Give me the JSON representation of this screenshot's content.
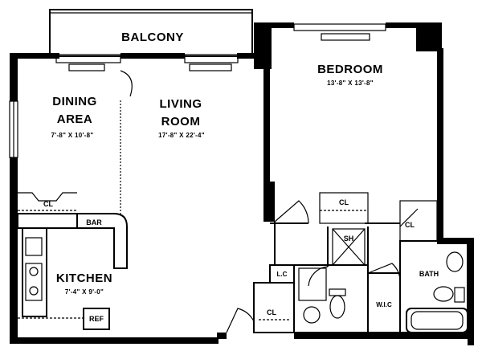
{
  "rooms": {
    "balcony": "BALCONY",
    "bedroom": "BEDROOM",
    "bedroom_dim": "13'-8\" X 13'-8\"",
    "dining_l1": "DINING",
    "dining_l2": "AREA",
    "dining_dim": "7'-8\" X 10'-8\"",
    "living_l1": "LIVING",
    "living_l2": "ROOM",
    "living_dim": "17'-8\" X 22'-4\"",
    "kitchen": "KITCHEN",
    "kitchen_dim": "7'-4\" X 9'-0\""
  },
  "labels": {
    "cl": "CL",
    "bar": "BAR",
    "ref": "REF",
    "sh": "SH",
    "lc": "L.C",
    "wlc": "W.I.C",
    "bath": "BATH"
  }
}
